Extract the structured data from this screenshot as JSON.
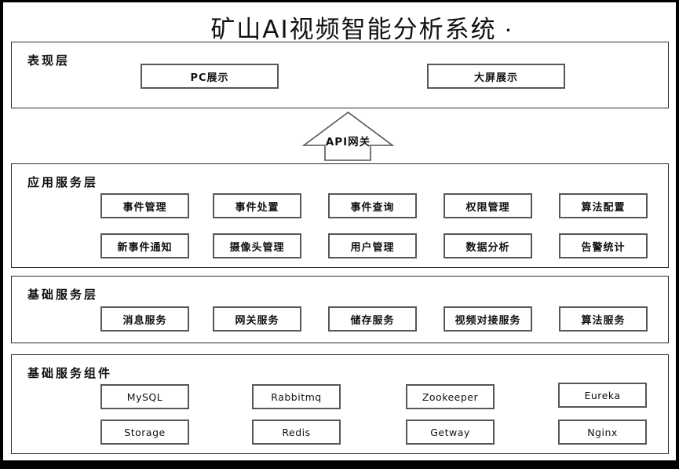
{
  "title": "矿山AI视频智能分析系统",
  "title_period": ".",
  "gateway": {
    "label": "API网关"
  },
  "layers": {
    "presentation": {
      "label": "表现层",
      "nodes": [
        "PC展示",
        "大屏展示"
      ]
    },
    "application": {
      "label": "应用服务层",
      "row1": [
        "事件管理",
        "事件处置",
        "事件查询",
        "权限管理",
        "算法配置"
      ],
      "row2": [
        "新事件通知",
        "摄像头管理",
        "用户管理",
        "数据分析",
        "告警统计"
      ]
    },
    "base": {
      "label": "基础服务层",
      "row1": [
        "消息服务",
        "网关服务",
        "储存服务",
        "视频对接服务",
        "算法服务"
      ]
    },
    "components": {
      "label": "基础服务组件",
      "row1": [
        "MySQL",
        "Rabbitmq",
        "Zookeeper",
        "Eureka"
      ],
      "row2": [
        "Storage",
        "Redis",
        "Getway",
        "Nginx"
      ]
    }
  },
  "colors": {
    "background": "#ffffff",
    "frame": "#000000",
    "box_border": "#575757",
    "layer_border": "#2e2e2e",
    "text": "#111111"
  }
}
